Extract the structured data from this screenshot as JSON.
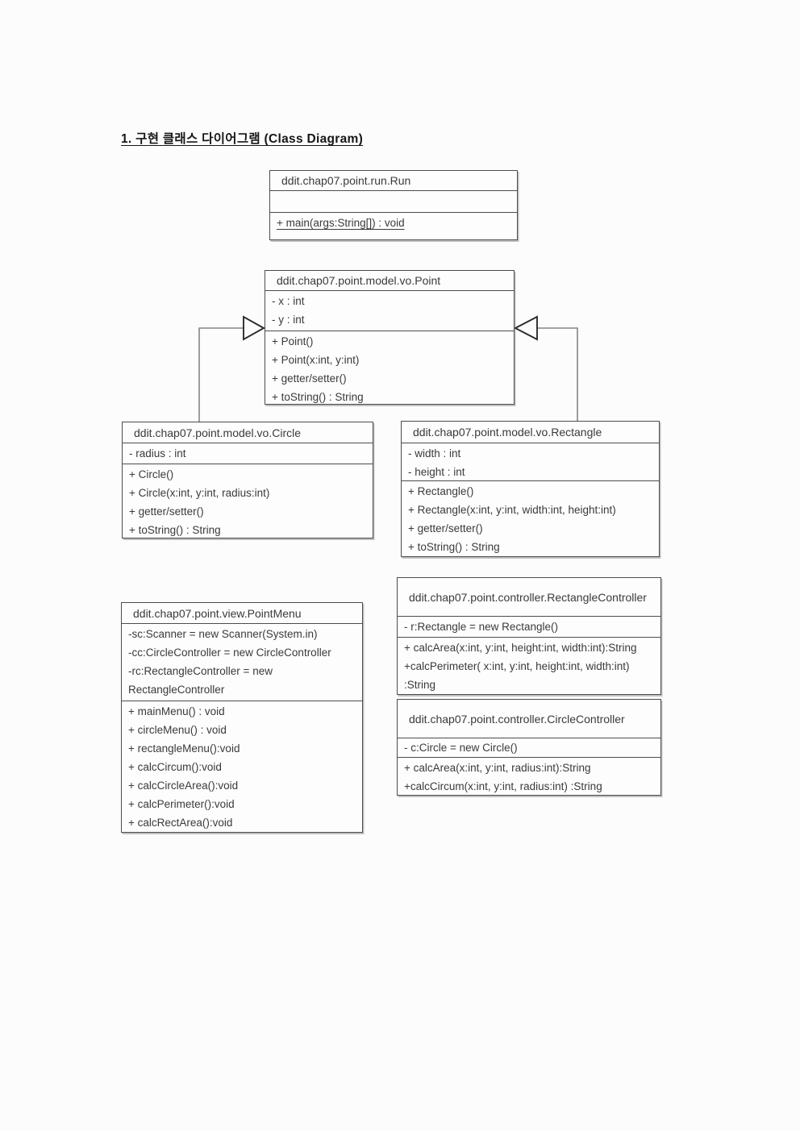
{
  "page": {
    "title": "1. 구현 클래스 다이어그램 (Class Diagram)"
  },
  "colors": {
    "box_border": "#4c4c4c",
    "text": "#3a3a3a",
    "connector_line": "#858585",
    "triangle_stroke": "#2c2c2c",
    "background": "#fcfcfc"
  },
  "classes": {
    "run": {
      "name": "ddit.chap07.point.run.Run",
      "attributes": [],
      "methods": [
        "+ main(args:String[]) : void"
      ]
    },
    "point": {
      "name": "ddit.chap07.point.model.vo.Point",
      "attributes": [
        "- x : int",
        "- y : int"
      ],
      "methods": [
        "+ Point()",
        "+ Point(x:int, y:int)",
        "+ getter/setter()",
        "+ toString() : String"
      ]
    },
    "circle": {
      "name": "ddit.chap07.point.model.vo.Circle",
      "attributes": [
        "- radius : int"
      ],
      "methods": [
        "+ Circle()",
        "+ Circle(x:int, y:int, radius:int)",
        "+ getter/setter()",
        "+ toString() : String"
      ]
    },
    "rectangle": {
      "name": "ddit.chap07.point.model.vo.Rectangle",
      "attributes": [
        "- width : int",
        "- height : int"
      ],
      "methods": [
        "+ Rectangle()",
        "+ Rectangle(x:int, y:int, width:int, height:int)",
        "+ getter/setter()",
        "+ toString() : String"
      ]
    },
    "point_menu": {
      "name": "ddit.chap07.point.view.PointMenu",
      "attributes": [
        "-sc:Scanner = new Scanner(System.in)",
        "-cc:CircleController = new CircleController",
        "-rc:RectangleController = new RectangleController"
      ],
      "methods": [
        "+ mainMenu() : void",
        "+ circleMenu() : void",
        "+ rectangleMenu():void",
        "+ calcCircum():void",
        "+ calcCircleArea():void",
        "+ calcPerimeter():void",
        "+ calcRectArea():void"
      ]
    },
    "rectangle_controller": {
      "name": "ddit.chap07.point.controller.RectangleController",
      "attributes": [
        "- r:Rectangle = new Rectangle()"
      ],
      "methods": [
        "+ calcArea(x:int, y:int, height:int, width:int):String",
        "+calcPerimeter( x:int, y:int, height:int, width:int) :String"
      ]
    },
    "circle_controller": {
      "name": "ddit.chap07.point.controller.CircleController",
      "attributes": [
        "- c:Circle = new Circle()"
      ],
      "methods": [
        "+ calcArea(x:int, y:int, radius:int):String",
        "+calcCircum(x:int, y:int, radius:int) :String"
      ]
    }
  },
  "connectors": [
    {
      "type": "inheritance",
      "from": "ddit.chap07.point.model.vo.Circle",
      "to": "ddit.chap07.point.model.vo.Point"
    },
    {
      "type": "inheritance",
      "from": "ddit.chap07.point.model.vo.Rectangle",
      "to": "ddit.chap07.point.model.vo.Point"
    }
  ]
}
